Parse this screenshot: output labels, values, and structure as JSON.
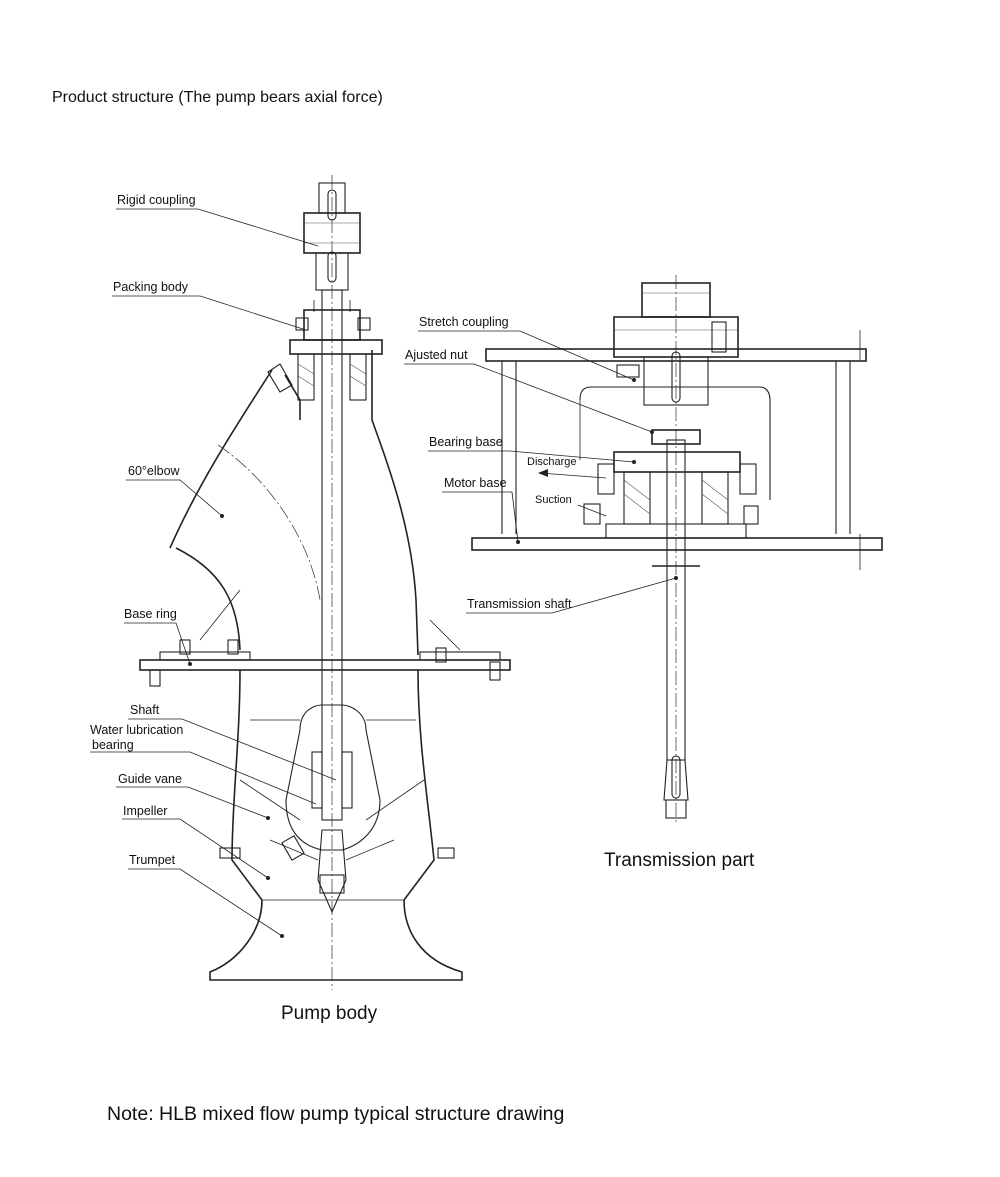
{
  "heading": "Product structure (The pump bears axial force)",
  "pump_labels": {
    "rigid_coupling": "Rigid coupling",
    "packing_body": "Packing body",
    "elbow": "60°elbow",
    "base_ring": "Base ring",
    "shaft": "Shaft",
    "water_lubrication_1": "Water lubrication",
    "water_lubrication_2": "bearing",
    "guide_vane": "Guide vane",
    "impeller": "Impeller",
    "trumpet": "Trumpet"
  },
  "transmission_labels": {
    "stretch_coupling": "Stretch coupling",
    "adjusted_nut": "Ajusted nut",
    "bearing_base": "Bearing base",
    "discharge": "Discharge",
    "motor_base": "Motor base",
    "suction": "Suction",
    "transmission_shaft": "Transmission shaft"
  },
  "captions": {
    "pump_body": "Pump body",
    "transmission_part": "Transmission part"
  },
  "note": "Note: HLB mixed flow pump typical structure drawing"
}
